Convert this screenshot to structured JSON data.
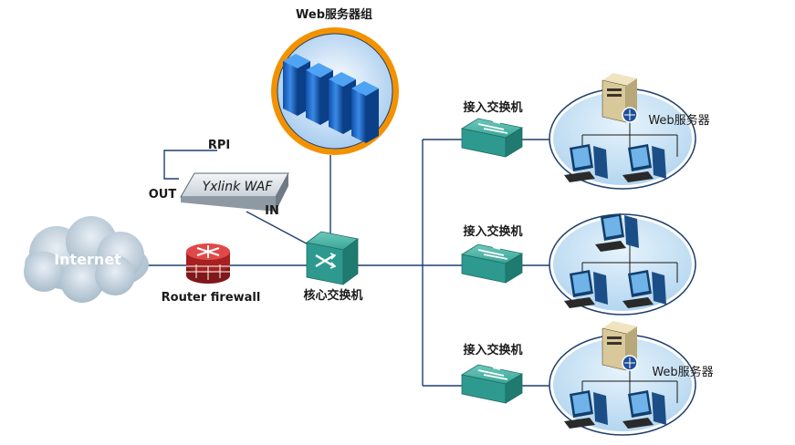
{
  "labels": {
    "web_server_group": "Web服务器组",
    "rpi": "RPI",
    "out": "OUT",
    "in": "IN",
    "waf": "Yxlink WAF",
    "internet": "Internet",
    "router": "Router firewall",
    "core_switch": "核心交换机",
    "access_switch_1": "接入交换机",
    "access_switch_2": "接入交换机",
    "access_switch_3": "接入交换机",
    "web_server_1": "Web服务器",
    "web_server_3": "Web服务器"
  },
  "colors": {
    "link": "#1f3f6e",
    "orange_ring": "#f39200",
    "lan_fill": "#cfe6f7",
    "lan_stroke": "#1f3f6e",
    "switch_body": "#2e9a8f",
    "server_blue": "#1f6fd0",
    "cloud": "#b5c7d6",
    "router_red": "#c62828"
  }
}
